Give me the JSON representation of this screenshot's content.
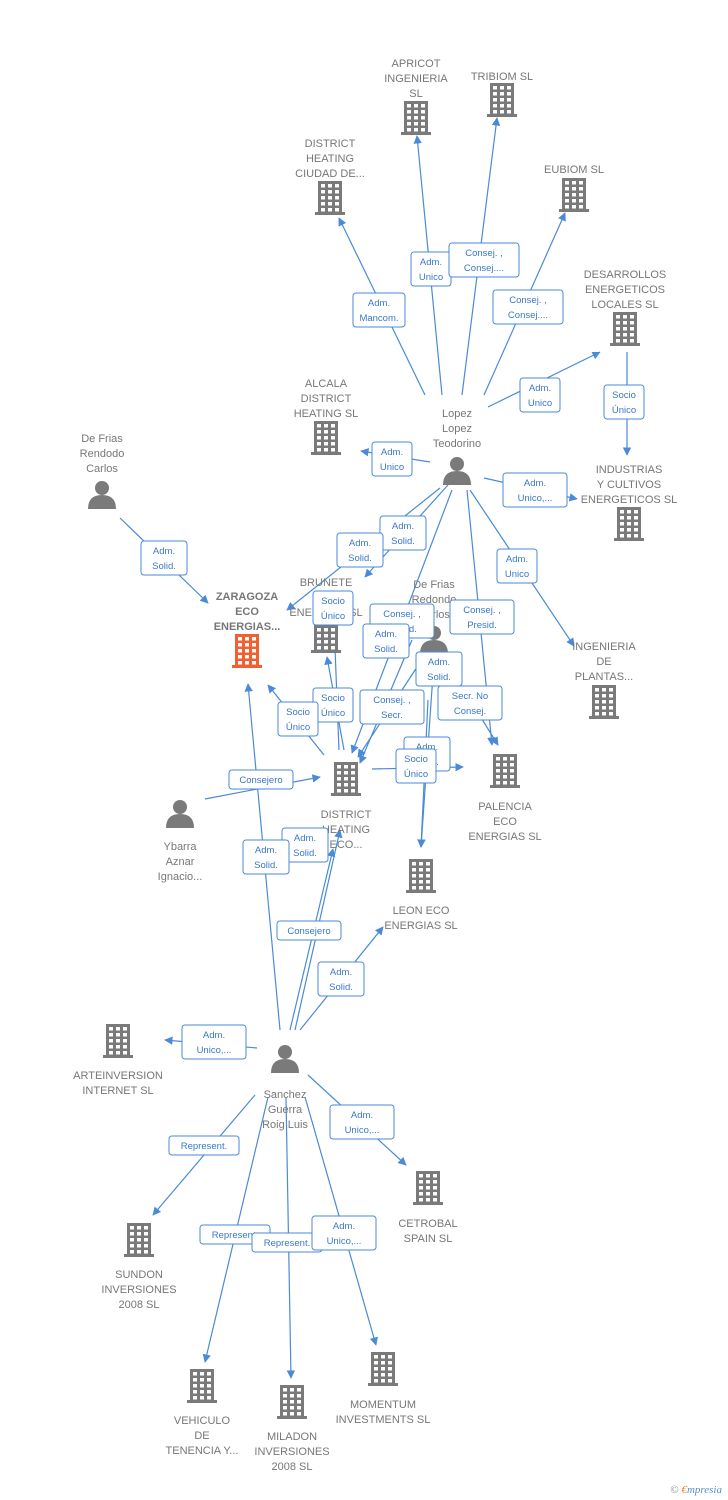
{
  "colors": {
    "edge": "#4a8ad8",
    "building": "#7a7a7a",
    "focus_building": "#f06030",
    "person": "#7a7a7a",
    "label": "#777777"
  },
  "nodes": [
    {
      "id": "apricot",
      "type": "company",
      "lines": [
        "APRICOT",
        "INGENIERIA",
        "SL"
      ]
    },
    {
      "id": "tribiom",
      "type": "company",
      "lines": [
        "TRIBIOM SL"
      ]
    },
    {
      "id": "district_ciudad",
      "type": "company",
      "lines": [
        "DISTRICT",
        "HEATING",
        "CIUDAD DE..."
      ]
    },
    {
      "id": "eubiom",
      "type": "company",
      "lines": [
        "EUBIOM SL"
      ]
    },
    {
      "id": "desarrollos",
      "type": "company",
      "lines": [
        "DESARROLLOS",
        "ENERGETICOS",
        "LOCALES SL"
      ]
    },
    {
      "id": "alcala",
      "type": "company",
      "lines": [
        "ALCALA",
        "DISTRICT",
        "HEATING  SL"
      ]
    },
    {
      "id": "lopez",
      "type": "person",
      "lines": [
        "Lopez",
        "Lopez",
        "Teodorino"
      ]
    },
    {
      "id": "industrias",
      "type": "company",
      "lines": [
        "INDUSTRIAS",
        "Y CULTIVOS",
        "ENERGETICOS SL"
      ]
    },
    {
      "id": "defrias_carlos",
      "type": "person",
      "lines": [
        "De Frias",
        "Rendodo",
        "Carlos"
      ]
    },
    {
      "id": "zaragoza",
      "type": "company",
      "focus": true,
      "lines": [
        "ZARAGOZA",
        "ECO",
        "ENERGIAS..."
      ]
    },
    {
      "id": "brunete",
      "type": "company",
      "lines": [
        "BRUNETE",
        "ECO",
        "ENERGIAS SL"
      ]
    },
    {
      "id": "defrias_redondo",
      "type": "person",
      "lines": [
        "De Frias",
        "Redondo",
        "Carlos"
      ]
    },
    {
      "id": "ingenieria",
      "type": "company",
      "lines": [
        "INGENIERIA",
        "DE",
        "PLANTAS..."
      ]
    },
    {
      "id": "district_eco",
      "type": "company",
      "lines": [
        "DISTRICT",
        "HEATING",
        "ECO..."
      ]
    },
    {
      "id": "palencia",
      "type": "company",
      "lines": [
        "PALENCIA",
        "ECO",
        "ENERGIAS  SL"
      ]
    },
    {
      "id": "ybarra",
      "type": "person",
      "lines": [
        "Ybarra",
        "Aznar",
        "Ignacio..."
      ]
    },
    {
      "id": "leon",
      "type": "company",
      "lines": [
        "LEON ECO",
        "ENERGIAS  SL"
      ]
    },
    {
      "id": "arteinversion",
      "type": "company",
      "lines": [
        "ARTEINVERSION",
        "INTERNET SL"
      ]
    },
    {
      "id": "sanchez",
      "type": "person",
      "lines": [
        "Sanchez",
        "Guerra",
        "Roig Luis"
      ]
    },
    {
      "id": "cetrobal",
      "type": "company",
      "lines": [
        "CETROBAL",
        "SPAIN  SL"
      ]
    },
    {
      "id": "sundon",
      "type": "company",
      "lines": [
        "SUNDON",
        "INVERSIONES",
        "2008 SL"
      ]
    },
    {
      "id": "momentum",
      "type": "company",
      "lines": [
        "MOMENTUM",
        "INVESTMENTS SL"
      ]
    },
    {
      "id": "vehiculo",
      "type": "company",
      "lines": [
        "VEHICULO",
        "DE",
        "TENENCIA Y..."
      ]
    },
    {
      "id": "miladon",
      "type": "company",
      "lines": [
        "MILADON",
        "INVERSIONES",
        "2008 SL"
      ]
    }
  ],
  "relations": [
    {
      "from": "lopez",
      "to": "apricot",
      "lines": [
        "Adm.",
        "Unico"
      ]
    },
    {
      "from": "lopez",
      "to": "tribiom",
      "lines": [
        "Consej. ,",
        "Consej...."
      ]
    },
    {
      "from": "lopez",
      "to": "district_ciudad",
      "lines": [
        "Adm.",
        "Mancom."
      ]
    },
    {
      "from": "lopez",
      "to": "eubiom",
      "lines": [
        "Consej. ,",
        "Consej...."
      ]
    },
    {
      "from": "lopez",
      "to": "desarrollos",
      "lines": [
        "Adm.",
        "Unico"
      ]
    },
    {
      "from": "desarrollos",
      "to": "industrias",
      "lines": [
        "Socio",
        "Único"
      ]
    },
    {
      "from": "lopez",
      "to": "alcala",
      "lines": [
        "Adm.",
        "Unico"
      ]
    },
    {
      "from": "lopez",
      "to": "industrias",
      "lines": [
        "Adm.",
        "Unico,..."
      ]
    },
    {
      "from": "lopez",
      "to": "brunete",
      "lines": [
        "Adm.",
        "Solid."
      ]
    },
    {
      "from": "lopez",
      "to": "brunete",
      "lines": [
        "Adm.",
        "Solid."
      ]
    },
    {
      "from": "lopez",
      "to": "ingenieria",
      "lines": [
        "Adm.",
        "Unico"
      ]
    },
    {
      "from": "lopez",
      "to": "palencia",
      "lines": [
        "Consej. ,",
        "Presid."
      ]
    },
    {
      "from": "lopez",
      "to": "district_eco",
      "lines": [
        "Consej. ,",
        "Presid."
      ]
    },
    {
      "from": "defrias_carlos",
      "to": "zaragoza",
      "lines": [
        "Adm.",
        "Solid."
      ]
    },
    {
      "from": "district_eco",
      "to": "brunete",
      "lines": [
        "Socio",
        "Único"
      ]
    },
    {
      "from": "district_eco",
      "to": "brunete",
      "lines": [
        "Socio",
        "Único"
      ]
    },
    {
      "from": "district_eco",
      "to": "zaragoza",
      "lines": [
        "Socio",
        "Único"
      ]
    },
    {
      "from": "defrias_redondo",
      "to": "district_eco",
      "lines": [
        "Consej. ,",
        "Secr."
      ]
    },
    {
      "from": "defrias_redondo",
      "to": "palencia",
      "lines": [
        "Secr.  No",
        "Consej."
      ]
    },
    {
      "from": "defrias_redondo",
      "to": "leon",
      "lines": [
        "Adm.",
        "Solid."
      ]
    },
    {
      "from": "defrias_redondo",
      "to": "leon",
      "lines": [
        "Adm.",
        "Solid."
      ]
    },
    {
      "from": "defrias_redondo",
      "to": "brunete",
      "lines": [
        "Adm.",
        "Solid."
      ]
    },
    {
      "from": "district_eco",
      "to": "palencia",
      "lines": [
        "Socio",
        "Único"
      ]
    },
    {
      "from": "ybarra",
      "to": "district_eco",
      "lines": [
        "Consejero"
      ]
    },
    {
      "from": "sanchez",
      "to": "district_eco",
      "lines": [
        "Adm.",
        "Solid."
      ]
    },
    {
      "from": "sanchez",
      "to": "zaragoza",
      "lines": [
        "Adm.",
        "Solid."
      ]
    },
    {
      "from": "sanchez",
      "to": "district_eco",
      "lines": [
        "Consejero"
      ]
    },
    {
      "from": "sanchez",
      "to": "leon",
      "lines": [
        "Adm.",
        "Solid."
      ]
    },
    {
      "from": "sanchez",
      "to": "arteinversion",
      "lines": [
        "Adm.",
        "Unico,..."
      ]
    },
    {
      "from": "sanchez",
      "to": "cetrobal",
      "lines": [
        "Adm.",
        "Unico,..."
      ]
    },
    {
      "from": "sanchez",
      "to": "sundon",
      "lines": [
        "Represent."
      ]
    },
    {
      "from": "sanchez",
      "to": "vehiculo",
      "lines": [
        "Represent."
      ]
    },
    {
      "from": "sanchez",
      "to": "miladon",
      "lines": [
        "Represent."
      ]
    },
    {
      "from": "sanchez",
      "to": "momentum",
      "lines": [
        "Adm.",
        "Unico,..."
      ]
    }
  ],
  "brand": {
    "copyright": "©",
    "e": "€",
    "rest": "mpresia"
  }
}
